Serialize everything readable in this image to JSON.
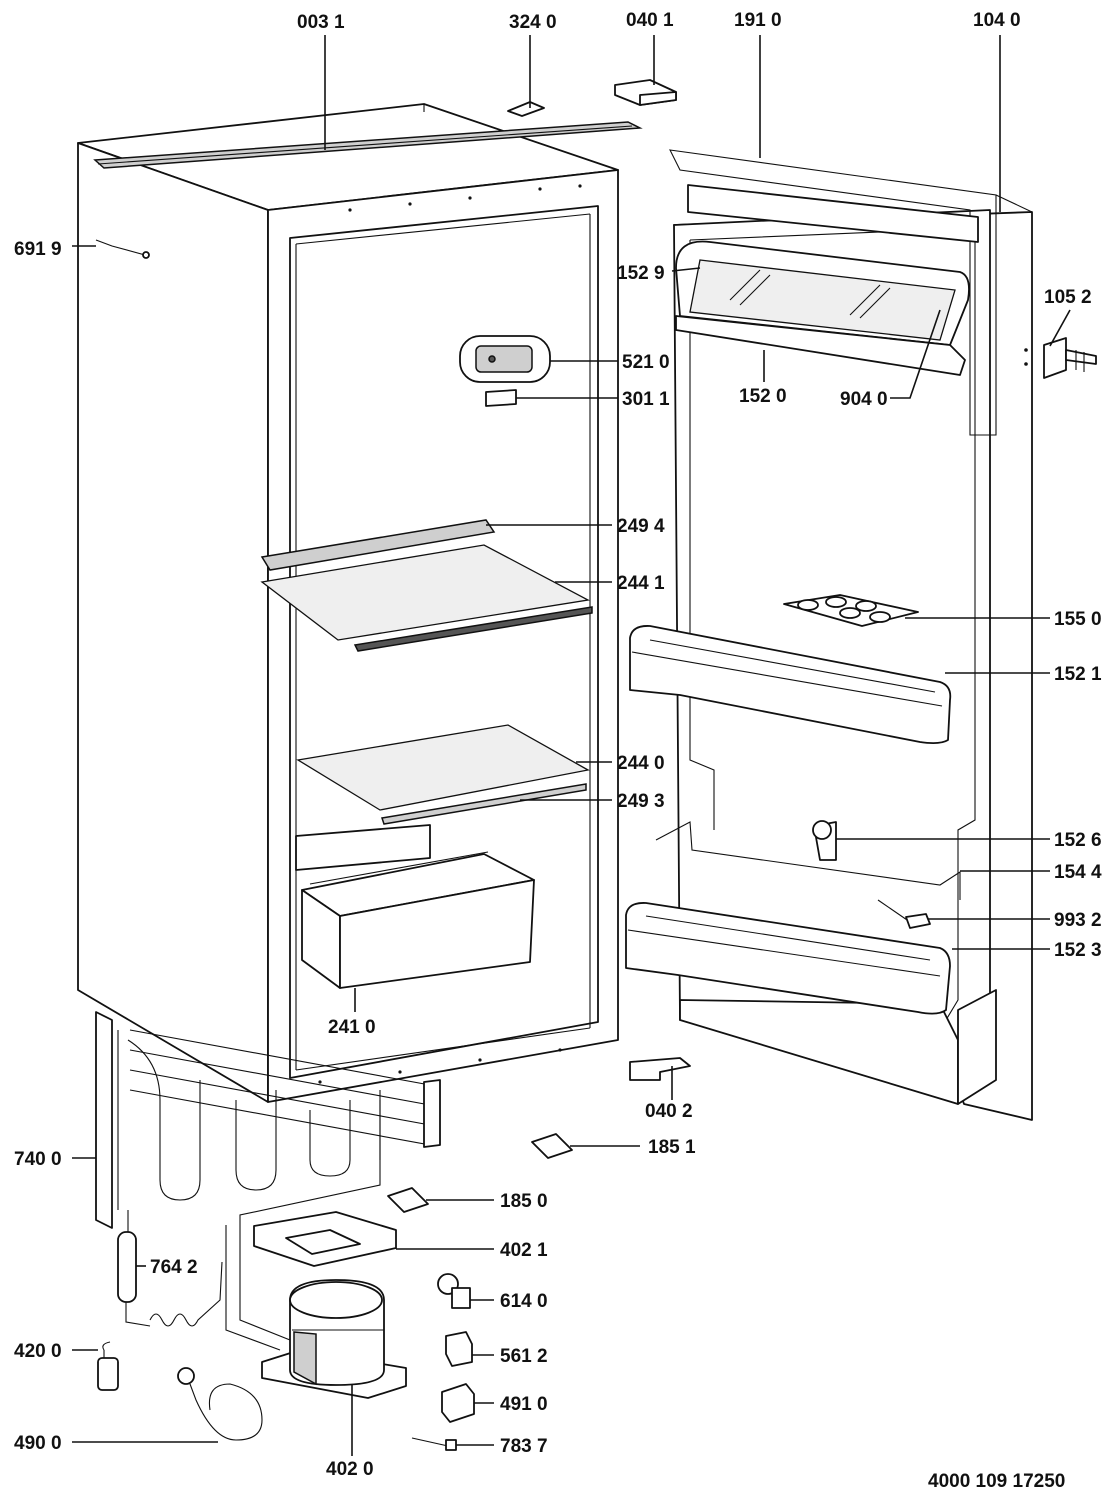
{
  "diagram": {
    "doc_number": "4000 109 17250",
    "labels": [
      {
        "id": "l0031",
        "text": "003 1"
      },
      {
        "id": "l3240",
        "text": "324 0"
      },
      {
        "id": "l0401",
        "text": "040 1"
      },
      {
        "id": "l1910",
        "text": "191 0"
      },
      {
        "id": "l1040",
        "text": "104 0"
      },
      {
        "id": "l6919",
        "text": "691 9"
      },
      {
        "id": "l1529",
        "text": "152 9"
      },
      {
        "id": "l1052",
        "text": "105 2"
      },
      {
        "id": "l5210",
        "text": "521 0"
      },
      {
        "id": "l1520",
        "text": "152 0"
      },
      {
        "id": "l9040",
        "text": "904 0"
      },
      {
        "id": "l3011",
        "text": "301 1"
      },
      {
        "id": "l2494",
        "text": "249 4"
      },
      {
        "id": "l2441",
        "text": "244 1"
      },
      {
        "id": "l1550",
        "text": "155 0"
      },
      {
        "id": "l1521",
        "text": "152 1"
      },
      {
        "id": "l2440",
        "text": "244 0"
      },
      {
        "id": "l2493",
        "text": "249 3"
      },
      {
        "id": "l1526",
        "text": "152 6"
      },
      {
        "id": "l1544",
        "text": "154 4"
      },
      {
        "id": "l9932",
        "text": "993 2"
      },
      {
        "id": "l1523",
        "text": "152 3"
      },
      {
        "id": "l2410",
        "text": "241 0"
      },
      {
        "id": "l0402",
        "text": "040 2"
      },
      {
        "id": "l1851",
        "text": "185 1"
      },
      {
        "id": "l7400",
        "text": "740 0"
      },
      {
        "id": "l1850",
        "text": "185 0"
      },
      {
        "id": "l4021",
        "text": "402 1"
      },
      {
        "id": "l7642",
        "text": "764 2"
      },
      {
        "id": "l6140",
        "text": "614 0"
      },
      {
        "id": "l4200",
        "text": "420 0"
      },
      {
        "id": "l5612",
        "text": "561 2"
      },
      {
        "id": "l4910",
        "text": "491 0"
      },
      {
        "id": "l4900",
        "text": "490 0"
      },
      {
        "id": "l7837",
        "text": "783 7"
      },
      {
        "id": "l4020",
        "text": "402 0"
      }
    ]
  }
}
